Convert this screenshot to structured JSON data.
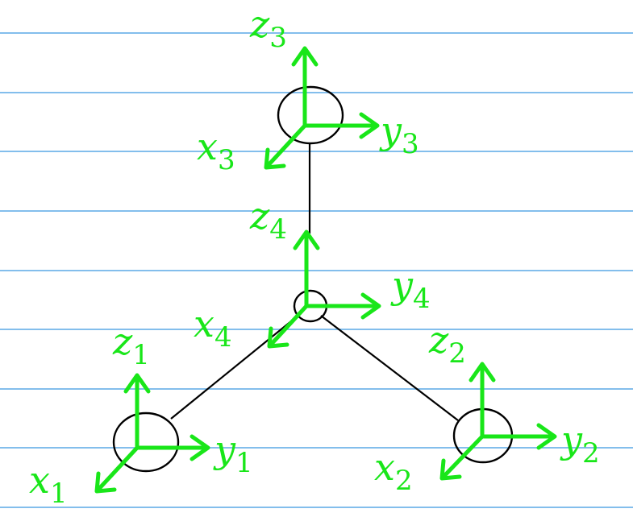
{
  "frames": [
    {
      "id": "1",
      "x_label": "x",
      "x_sub": "1",
      "y_label": "y",
      "y_sub": "1",
      "z_label": "z",
      "z_sub": "1"
    },
    {
      "id": "2",
      "x_label": "x",
      "x_sub": "2",
      "y_label": "y",
      "y_sub": "2",
      "z_label": "z",
      "z_sub": "2"
    },
    {
      "id": "3",
      "x_label": "x",
      "x_sub": "3",
      "y_label": "y",
      "y_sub": "3",
      "z_label": "z",
      "z_sub": "3"
    },
    {
      "id": "4",
      "x_label": "x",
      "x_sub": "4",
      "y_label": "y",
      "y_sub": "4",
      "z_label": "z",
      "z_sub": "4"
    }
  ],
  "colors": {
    "axis": "#19e619",
    "rule_lines": "#5aa8e6",
    "links": "#000000"
  }
}
